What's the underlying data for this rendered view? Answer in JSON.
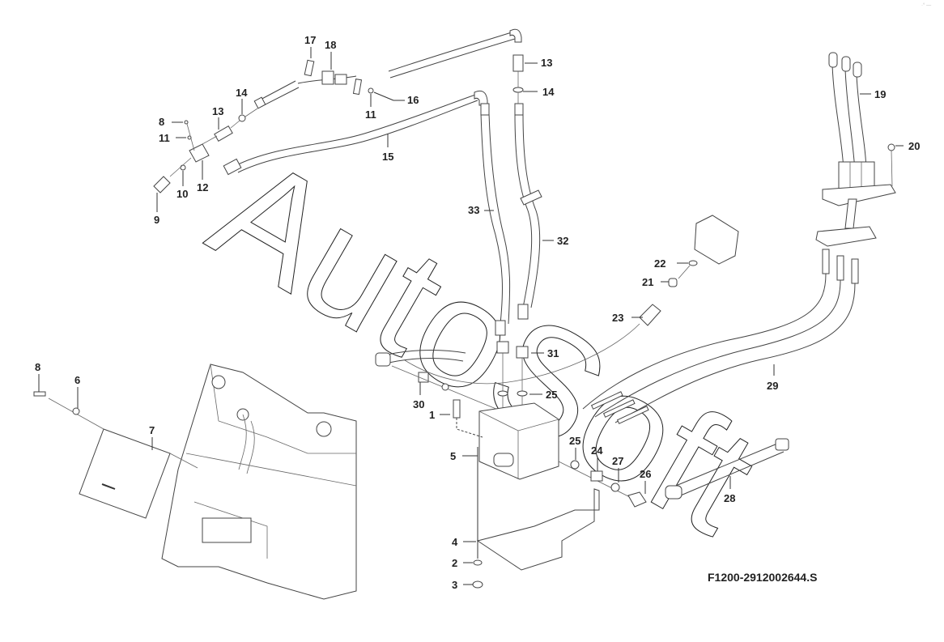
{
  "diagram": {
    "reference_code": "F1200-2912002644.S",
    "watermark": "AutoSoft",
    "corner_mark": "·° —",
    "callouts": [
      {
        "id": "c17",
        "text": "17"
      },
      {
        "id": "c18",
        "text": "18"
      },
      {
        "id": "c13a",
        "text": "13"
      },
      {
        "id": "c14a",
        "text": "14"
      },
      {
        "id": "c8a",
        "text": "8"
      },
      {
        "id": "c11a",
        "text": "11"
      },
      {
        "id": "c12",
        "text": "12"
      },
      {
        "id": "c10",
        "text": "10"
      },
      {
        "id": "c9",
        "text": "9"
      },
      {
        "id": "c11b",
        "text": "11"
      },
      {
        "id": "c16",
        "text": "16"
      },
      {
        "id": "c15",
        "text": "15"
      },
      {
        "id": "c13b",
        "text": "13"
      },
      {
        "id": "c14b",
        "text": "14"
      },
      {
        "id": "c33",
        "text": "33"
      },
      {
        "id": "c32",
        "text": "32"
      },
      {
        "id": "c19",
        "text": "19"
      },
      {
        "id": "c20",
        "text": "20"
      },
      {
        "id": "c22",
        "text": "22"
      },
      {
        "id": "c21",
        "text": "21"
      },
      {
        "id": "c23",
        "text": "23"
      },
      {
        "id": "c31",
        "text": "31"
      },
      {
        "id": "c25a",
        "text": "25"
      },
      {
        "id": "c30",
        "text": "30"
      },
      {
        "id": "c1",
        "text": "1"
      },
      {
        "id": "c5",
        "text": "5"
      },
      {
        "id": "c25b",
        "text": "25"
      },
      {
        "id": "c24",
        "text": "24"
      },
      {
        "id": "c27",
        "text": "27"
      },
      {
        "id": "c26",
        "text": "26"
      },
      {
        "id": "c28",
        "text": "28"
      },
      {
        "id": "c29",
        "text": "29"
      },
      {
        "id": "c4",
        "text": "4"
      },
      {
        "id": "c2",
        "text": "2"
      },
      {
        "id": "c3",
        "text": "3"
      },
      {
        "id": "c8b",
        "text": "8"
      },
      {
        "id": "c6",
        "text": "6"
      },
      {
        "id": "c7",
        "text": "7"
      }
    ]
  }
}
